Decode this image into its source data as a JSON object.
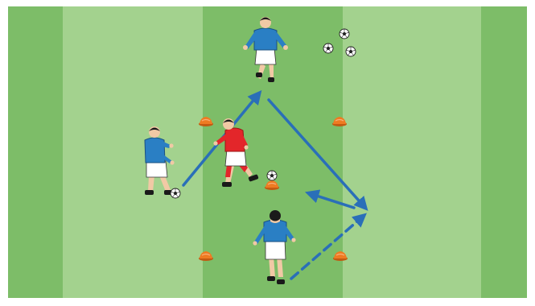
{
  "diagram": {
    "kind": "soccer-training-drill",
    "pitch": {
      "stripe_colors": [
        "#7dbd68",
        "#a3d28e"
      ],
      "stripe_count": 5
    },
    "colors": {
      "blue_team": "#2a7fc4",
      "red_team": "#e3262a",
      "arrow": "#2a6fb8",
      "cone": "#ee7b22"
    },
    "players": [
      {
        "id": "top",
        "team": "blue",
        "facing": "down"
      },
      {
        "id": "left",
        "team": "blue",
        "facing": "right",
        "has_ball": true
      },
      {
        "id": "center-defender",
        "team": "red",
        "facing": "left"
      },
      {
        "id": "bottom",
        "team": "blue",
        "facing": "up"
      }
    ],
    "balls": {
      "loose": 3,
      "with_players": 2
    },
    "cones": 5,
    "arrows": [
      {
        "from": "left",
        "to": "top",
        "type": "pass",
        "style": "solid"
      },
      {
        "from": "top",
        "to": "right-point",
        "type": "pass",
        "style": "solid"
      },
      {
        "from": "right-point",
        "to": "center",
        "type": "pass",
        "style": "solid"
      },
      {
        "from": "bottom",
        "to": "right-point",
        "type": "run",
        "style": "dashed"
      }
    ]
  }
}
